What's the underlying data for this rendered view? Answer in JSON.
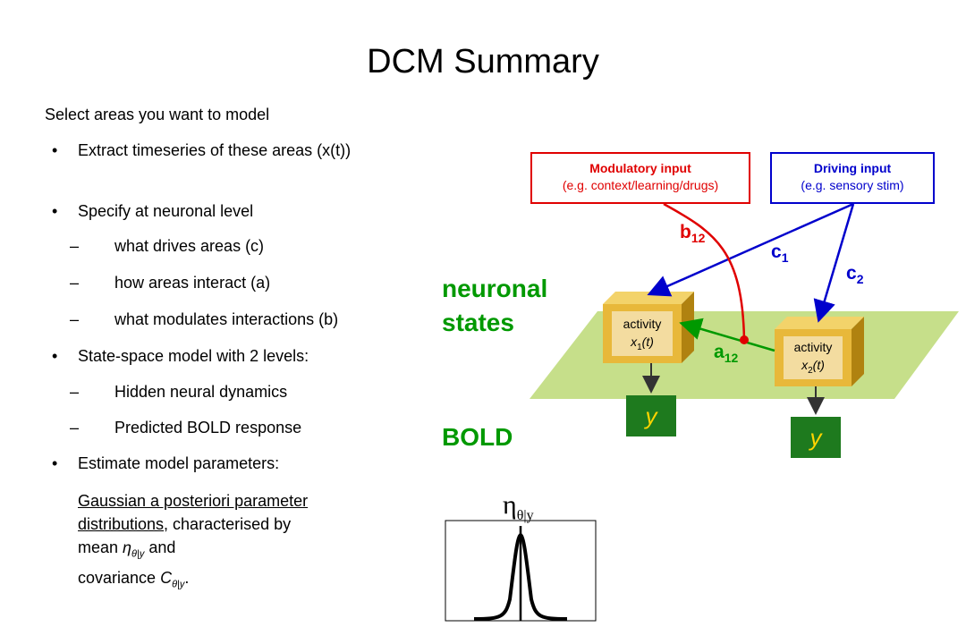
{
  "title": "DCM Summary",
  "intro": "Select areas you want to model",
  "bullets": [
    {
      "text": "Extract timeseries of these areas (x(t))"
    },
    {
      "text": "Specify at neuronal level",
      "sub": [
        "what drives areas (c)",
        "how areas interact (a)",
        "what modulates interactions (b)"
      ]
    },
    {
      "text": "State-space model with 2 levels:",
      "sub": [
        "Hidden neural dynamics",
        "Predicted BOLD response"
      ]
    },
    {
      "text": "Estimate model parameters:"
    }
  ],
  "estimate": {
    "underlined": "Gaussian a posteriori parameter distributions",
    "rest1": ", characterised by",
    "mean_label": "mean",
    "eta": "η",
    "sub": "θ|y",
    "and": "and",
    "cov_label": "covariance",
    "C": "C",
    "period": "."
  },
  "bullet_char": "•",
  "dash_char": "–",
  "diagram": {
    "modulatory": {
      "line1": "Modulatory input",
      "line2": "(e.g. context/learning/drugs)"
    },
    "driving": {
      "line1": "Driving input",
      "line2": "(e.g. sensory stim)"
    },
    "neuronal_states": [
      "neuronal",
      "states"
    ],
    "bold": "BOLD",
    "b": "b",
    "b_sub": "12",
    "a": "a",
    "a_sub": "12",
    "c1": "c",
    "c1_sub": "1",
    "c2": "c",
    "c2_sub": "2",
    "activity1": {
      "label": "activity",
      "var": "x",
      "sub": "1",
      "arg": "(t)"
    },
    "activity2": {
      "label": "activity",
      "var": "x",
      "sub": "2",
      "arg": "(t)"
    },
    "y1": "y",
    "y2": "y",
    "eta_label": "η",
    "eta_sub": "θ|y"
  },
  "colors": {
    "modulatory": "#e00000",
    "driving": "#0000cc",
    "neuronal": "#009900",
    "plane": "#c6df8a",
    "cube_front": "#e8b83a",
    "cube_side": "#b08210",
    "y_box": "#1e7a1e",
    "y_text": "#ffd400"
  }
}
